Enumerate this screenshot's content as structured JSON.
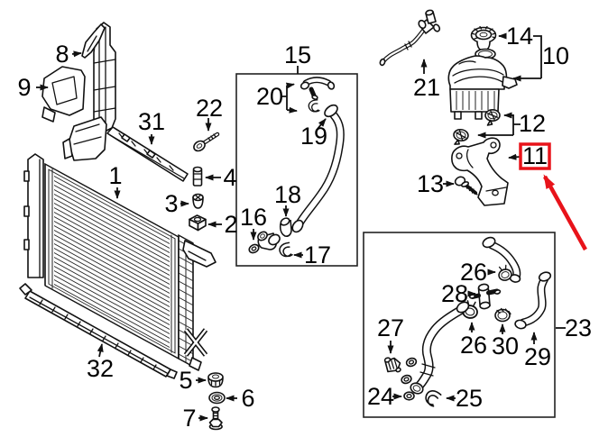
{
  "diagram": {
    "background": "#ffffff",
    "line_color": "#111111",
    "highlight_color": "#e8131a",
    "highlighted_callout": "11",
    "callouts": {
      "1": {
        "label": "1",
        "part": "radiator"
      },
      "2": {
        "label": "2",
        "part": "expanding-nut"
      },
      "3": {
        "label": "3",
        "part": "expanding-nut"
      },
      "4": {
        "label": "4",
        "part": "locating-pin"
      },
      "5": {
        "label": "5",
        "part": "grommet"
      },
      "6": {
        "label": "6",
        "part": "washer"
      },
      "7": {
        "label": "7",
        "part": "bolt"
      },
      "8": {
        "label": "8",
        "part": "upper-air-guide"
      },
      "9": {
        "label": "9",
        "part": "air-guide"
      },
      "10": {
        "label": "10",
        "part": "expansion-tank"
      },
      "11": {
        "label": "11",
        "part": "tank-bracket"
      },
      "12": {
        "label": "12",
        "part": "screws"
      },
      "13": {
        "label": "13",
        "part": "bolt"
      },
      "14": {
        "label": "14",
        "part": "tank-cap"
      },
      "15": {
        "label": "15",
        "part": "upper-hose-assembly"
      },
      "16": {
        "label": "16",
        "part": "o-ring"
      },
      "17": {
        "label": "17",
        "part": "retaining-clip"
      },
      "18": {
        "label": "18",
        "part": "connector-stub"
      },
      "19": {
        "label": "19",
        "part": "upper-hose"
      },
      "20": {
        "label": "20",
        "part": "connector-and-clip"
      },
      "21": {
        "label": "21",
        "part": "vent-hose"
      },
      "22": {
        "label": "22",
        "part": "bolt"
      },
      "23": {
        "label": "23",
        "part": "lower-hose-assembly"
      },
      "24": {
        "label": "24",
        "part": "seal-ring"
      },
      "25": {
        "label": "25",
        "part": "retaining-clip"
      },
      "26a": {
        "label": "26",
        "part": "hose-clamp"
      },
      "26b": {
        "label": "26",
        "part": "hose-clamp"
      },
      "27": {
        "label": "27",
        "part": "bleeder-valve"
      },
      "28": {
        "label": "28",
        "part": "t-connector"
      },
      "29": {
        "label": "29",
        "part": "connecting-hose"
      },
      "30": {
        "label": "30",
        "part": "hose-clamp"
      },
      "31": {
        "label": "31",
        "part": "upper-mounting-strip"
      },
      "32": {
        "label": "32",
        "part": "lower-guide-strip"
      }
    }
  }
}
